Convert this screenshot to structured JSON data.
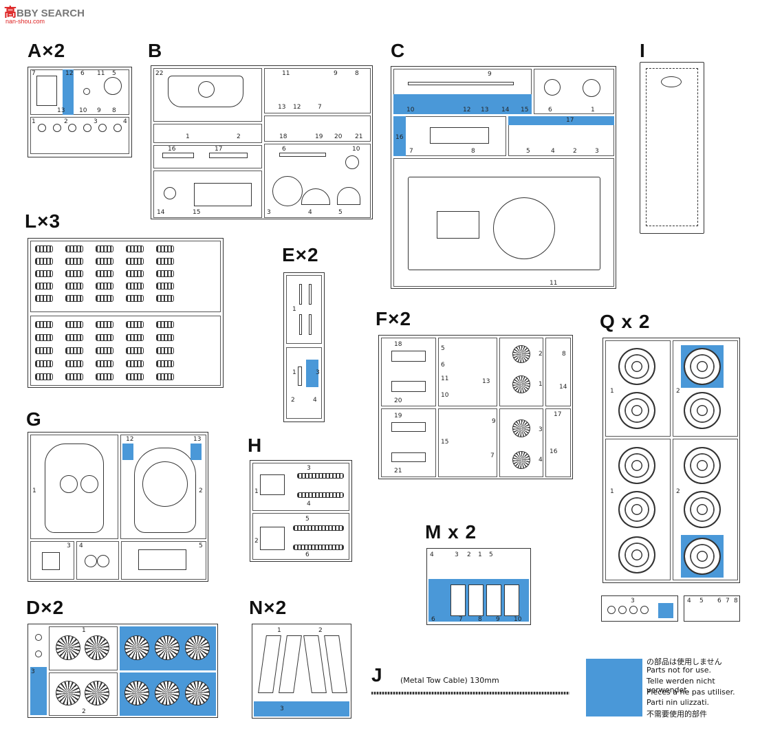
{
  "header": {
    "logo_mark": "高",
    "logo_text": "BBY SEARCH",
    "logo_url": "nan-shou.com"
  },
  "sprues": {
    "A": {
      "label": "A×2"
    },
    "B": {
      "label": "B"
    },
    "C": {
      "label": "C"
    },
    "I": {
      "label": "I"
    },
    "L": {
      "label": "L×3"
    },
    "E": {
      "label": "E×2"
    },
    "F": {
      "label": "F×2"
    },
    "Q": {
      "label": "Q x 2"
    },
    "G": {
      "label": "G"
    },
    "H": {
      "label": "H"
    },
    "M": {
      "label": "M x 2"
    },
    "D": {
      "label": "D×2"
    },
    "N": {
      "label": "N×2"
    },
    "J": {
      "label": "J"
    }
  },
  "cable": {
    "text": "(Metal Tow Cable) 130mm"
  },
  "legend": {
    "color": "#4a98d8",
    "lines": [
      "の部品は使用しません",
      "Parts not for use.",
      "Telle werden nicht verwendet.",
      "Pieces a ne pas utiliser.",
      "Parti nin ulizzati.",
      "不需要使用的部件"
    ]
  },
  "part_numbers": {
    "A": [
      "7",
      "12",
      "6",
      "11",
      "5",
      "13",
      "10",
      "9",
      "8",
      "1",
      "2",
      "3",
      "4"
    ],
    "B": [
      "22",
      "11",
      "9",
      "8",
      "13",
      "12",
      "7",
      "1",
      "2",
      "18",
      "19",
      "20",
      "21",
      "16",
      "17",
      "6",
      "10",
      "14",
      "15",
      "3",
      "4",
      "5"
    ],
    "C": [
      "9",
      "10",
      "12",
      "13",
      "14",
      "15",
      "6",
      "1",
      "16",
      "7",
      "8",
      "17",
      "5",
      "4",
      "2",
      "3",
      "11"
    ],
    "E": [
      "1",
      "1",
      "3",
      "2",
      "4"
    ],
    "F": [
      "18",
      "20",
      "5",
      "6",
      "11",
      "13",
      "10",
      "2",
      "1",
      "8",
      "14",
      "19",
      "21",
      "9",
      "15",
      "7",
      "3",
      "4",
      "17",
      "16"
    ],
    "G": [
      "12",
      "13",
      "1",
      "2",
      "3",
      "4",
      "5"
    ],
    "H": [
      "3",
      "1",
      "4",
      "5",
      "2",
      "6"
    ],
    "M": [
      "4",
      "3",
      "2",
      "1",
      "5",
      "6",
      "7",
      "8",
      "9",
      "10"
    ],
    "D": [
      "1",
      "2",
      "3"
    ],
    "N": [
      "1",
      "2",
      "3"
    ],
    "Q": [
      "1",
      "2",
      "1",
      "2",
      "3",
      "4",
      "5",
      "6",
      "7",
      "8"
    ]
  }
}
